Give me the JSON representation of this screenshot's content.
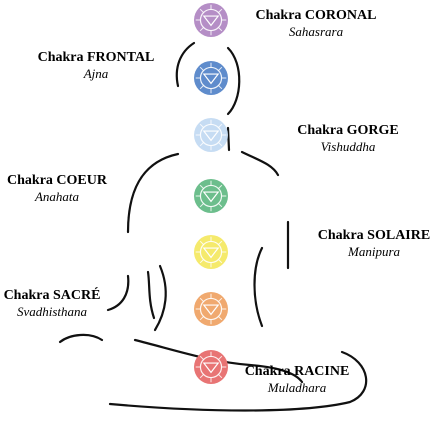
{
  "chakras": [
    {
      "id": "coronal",
      "name": "Chakra CORONAL",
      "sanskrit": "Sahasrara",
      "color": "#b58ec6",
      "icon": "crown-chakra-icon"
    },
    {
      "id": "frontal",
      "name": "Chakra FRONTAL",
      "sanskrit": "Ajna",
      "color": "#5f8ccc",
      "icon": "third-eye-chakra-icon"
    },
    {
      "id": "gorge",
      "name": "Chakra GORGE",
      "sanskrit": "Vishuddha",
      "color": "#c6dcf3",
      "icon": "throat-chakra-icon"
    },
    {
      "id": "coeur",
      "name": "Chakra COEUR",
      "sanskrit": "Anahata",
      "color": "#6cbe8c",
      "icon": "heart-chakra-icon"
    },
    {
      "id": "solaire",
      "name": "Chakra SOLAIRE",
      "sanskrit": "Manipura",
      "color": "#f5ea6c",
      "icon": "solar-plexus-chakra-icon"
    },
    {
      "id": "sacre",
      "name": "Chakra SACRÉ",
      "sanskrit": "Svadhisthana",
      "color": "#f0a96f",
      "icon": "sacral-chakra-icon"
    },
    {
      "id": "racine",
      "name": "Chakra RACINE",
      "sanskrit": "Muladhara",
      "color": "#e87474",
      "icon": "root-chakra-icon"
    }
  ]
}
